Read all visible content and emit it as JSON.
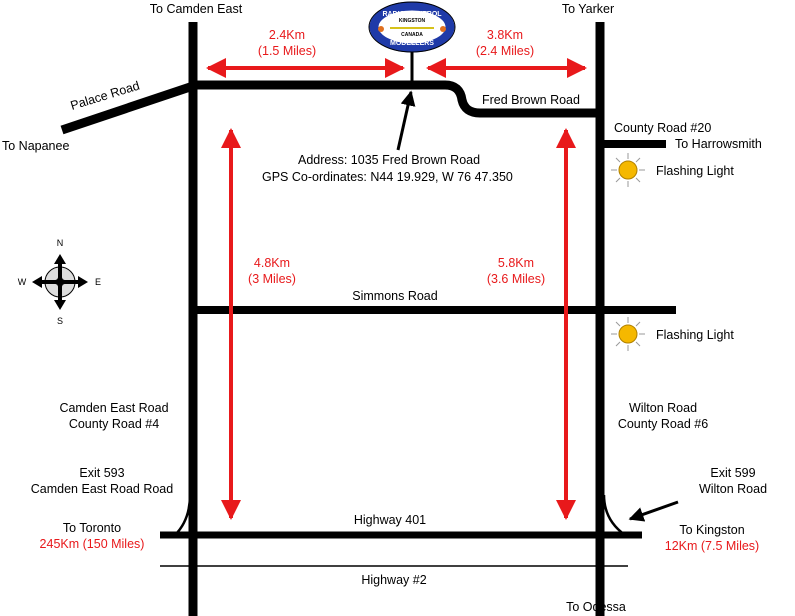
{
  "colors": {
    "road": "#000000",
    "distance": "#e8191b",
    "sun": "#f5b800",
    "logo_blue": "#1f3aa8"
  },
  "logo": {
    "top": "RADIO CONTROL",
    "middle": "KINGSTON",
    "lower": "CANADA",
    "bottom": "MODELLERS"
  },
  "labels": {
    "to_camden_east": "To Camden East",
    "to_yarker": "To Yarker",
    "to_napanee": "To Napanee",
    "palace_road": "Palace Road",
    "fred_brown_road": "Fred Brown Road",
    "county_road_20": "County Road #20",
    "to_harrowsmith": "To Harrowsmith",
    "address": "Address: 1035 Fred Brown Road",
    "gps": "GPS Co-ordinates: N44 19.929, W 76 47.350",
    "flashing_light_1": "Flashing Light",
    "flashing_light_2": "Flashing Light",
    "simmons_road": "Simmons Road",
    "camden_east_road": "Camden East Road",
    "county_road_4": "County Road #4",
    "wilton_road": "Wilton Road",
    "county_road_6": "County Road #6",
    "exit_593": "Exit 593",
    "exit_593_road": "Camden East Road Road",
    "exit_599": "Exit 599",
    "exit_599_road": "Wilton Road",
    "highway_401": "Highway 401",
    "highway_2": "Highway #2",
    "to_toronto": "To Toronto",
    "to_kingston": "To Kingston",
    "to_odessa": "To Odessa"
  },
  "distances": {
    "top_left_km": "2.4Km",
    "top_left_mi": "(1.5 Miles)",
    "top_right_km": "3.8Km",
    "top_right_mi": "(2.4 Miles)",
    "left_km": "4.8Km",
    "left_mi": "(3 Miles)",
    "right_km": "5.8Km",
    "right_mi": "(3.6 Miles)",
    "toronto": "245Km (150 Miles)",
    "kingston": "12Km (7.5 Miles)"
  },
  "compass": {
    "n": "N",
    "s": "S",
    "e": "E",
    "w": "W"
  }
}
